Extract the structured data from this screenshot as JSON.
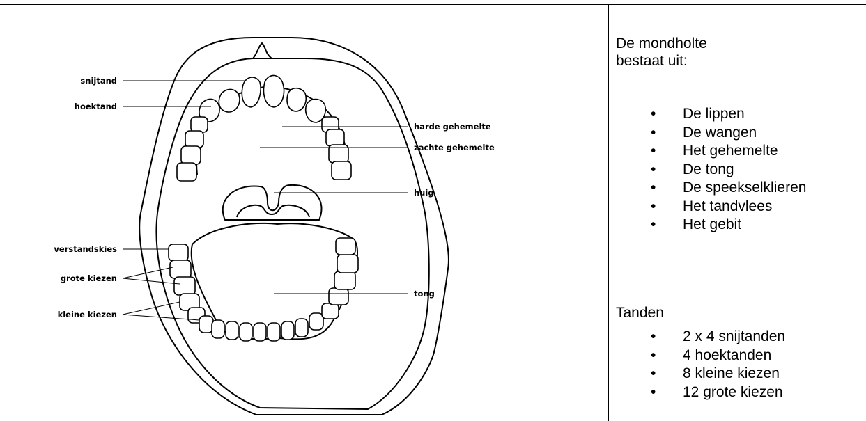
{
  "diagram": {
    "labels_left": {
      "snijtand": "snijtand",
      "hoektand": "hoektand",
      "verstandskies": "verstandskies",
      "grote_kiezen": "grote kiezen",
      "kleine_kiezen": "kleine kiezen"
    },
    "labels_right": {
      "harde_gehemelte": "harde gehemelte",
      "zachte_gehemelte": "zachte gehemelte",
      "huig": "huig",
      "tong": "tong"
    }
  },
  "info": {
    "intro_line1": "De mondholte",
    "intro_line2": "bestaat uit:",
    "parts": [
      "De lippen",
      "De wangen",
      "Het gehemelte",
      "De tong",
      "De speekselklieren",
      "Het tandvlees",
      "Het gebit"
    ],
    "teeth_heading": "Tanden",
    "teeth": [
      "2 x 4 snijtanden",
      "4 hoektanden",
      "8 kleine kiezen",
      "12 grote kiezen"
    ]
  }
}
